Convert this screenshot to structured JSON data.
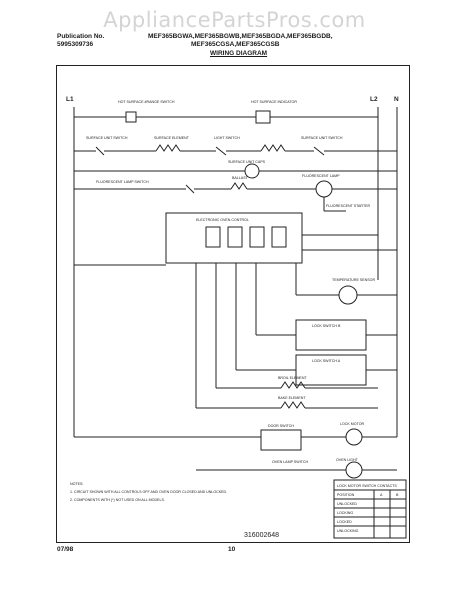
{
  "watermark": "AppliancePartsPros.com",
  "header": {
    "publication_label": "Publication No.",
    "publication_number": "5995309736",
    "models_line1": "MEF365BGWA,MEF365BGWB,MEF365BGDA,MEF365BGDB,",
    "models_line2": "MEF365CGSA,MEF365CGSB",
    "title": "WIRING DIAGRAM"
  },
  "diagram": {
    "terminal_l1": "L1",
    "terminal_l2": "L2",
    "terminal_n": "N",
    "left_surface_switch": "HOT SURFACE #RANGE SWITCH",
    "right_surface_indicator": "HOT SURFACE INDICATOR",
    "surface_unit_switch_left": "SURFACE UNIT SWITCH",
    "surface_element": "SURFACE ELEMENT",
    "light_switch": "LIGHT SWITCH",
    "surface_unit_switch_right": "SURFACE UNIT SWITCH",
    "surface_unit_caps": "SURFACE UNIT CAPS",
    "fluorescent_lamp_switch": "FLUORESCENT LAMP SWITCH",
    "ballast": "BALLAST",
    "fluorescent_lamp": "FLUORESCENT LAMP",
    "fluorescent_starter": "FLUORESCENT STARTER",
    "oven_control": "ELECTRONIC OVEN CONTROL",
    "temp_sensor": "TEMPERATURE SENSOR",
    "lock_switch_b": "LOCK SWITCH B",
    "lock_switch_a": "LOCK SWITCH A",
    "lock_motor": "LOCK MOTOR",
    "broil_element": "BROIL ELEMENT",
    "bake_element": "BAKE ELEMENT",
    "door_switch": "DOOR SWITCH",
    "oven_light_switch": "OVEN LAMP SWITCH",
    "oven_light": "OVEN LIGHT",
    "notes_title": "NOTES:",
    "note1": "1. CIRCUIT SHOWN WITH ALL CONTROLS OFF AND OVEN DOOR CLOSED AND UNLOCKED.",
    "note2": "2. COMPONENTS WITH (*) NOT USED ON ALL MODELS.",
    "doc_number": "316002648",
    "table_title": "LOCK MOTOR SWITCH CONTACTS",
    "table_headers": [
      "POSITION",
      "A",
      "B"
    ],
    "table_rows": [
      [
        "UNLOCKED",
        "",
        ""
      ],
      [
        "LOCKING",
        "",
        ""
      ],
      [
        "LOCKED",
        "",
        ""
      ],
      [
        "UNLOCKING",
        "",
        ""
      ]
    ]
  },
  "footer": {
    "date": "07/98",
    "page": "10"
  }
}
